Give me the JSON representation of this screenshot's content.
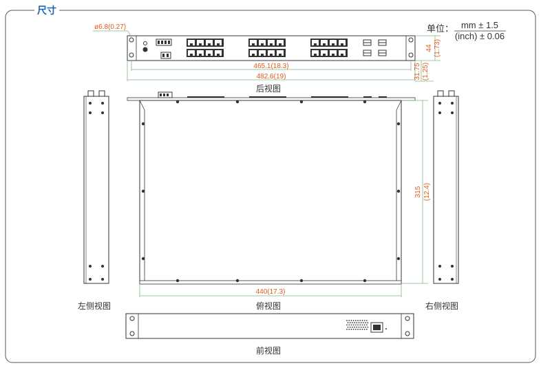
{
  "header": {
    "title": "尺寸"
  },
  "units": {
    "label": "单位：",
    "mm": "mm ± 1.5",
    "inch": "(inch) ± 0.06"
  },
  "dimensions": {
    "hole": "ø6.8(0.27)",
    "height_mm": "44",
    "height_in": "(1.73)",
    "mount_mm": "465.1(18.3)",
    "width_mm": "482.6(19)",
    "offset_mm": "31.75",
    "offset_in": "(1.25)",
    "depth_mm": "315",
    "depth_in": "(12.4)",
    "body_width": "440(17.3)"
  },
  "views": {
    "rear": "后视图",
    "top": "俯视图",
    "left": "左侧视图",
    "right": "右侧视图",
    "front": "前视图"
  },
  "colors": {
    "accent": "#1a64b0",
    "dimension": "#e05a1a",
    "dim_line": "#7fb87f",
    "outline": "#333333"
  }
}
